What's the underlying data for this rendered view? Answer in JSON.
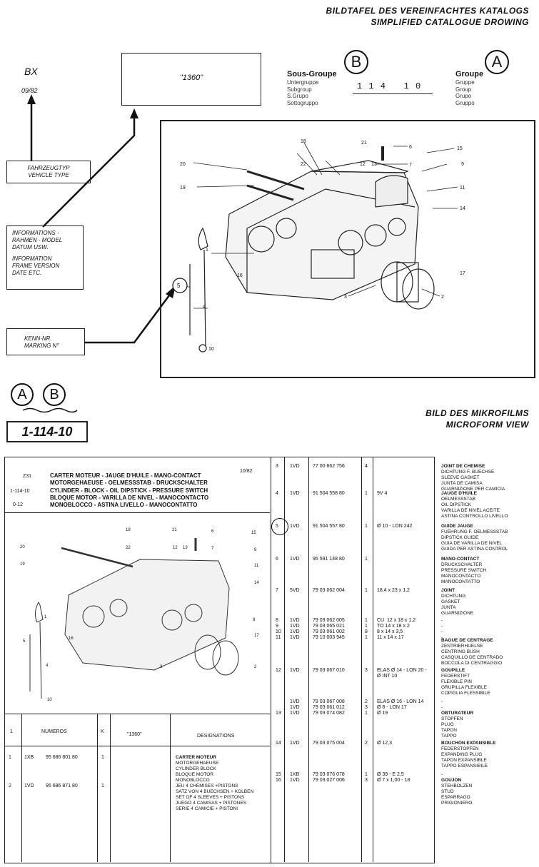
{
  "header": {
    "line1": "BILDTAFEL DES VEREINFACHTES KATALOGS",
    "line2": "SIMPLIFIED CATALOGUE DROWING"
  },
  "vehicle": {
    "model": "BX",
    "date": "09/82",
    "box_label_1": "FAHRZEUGTYP",
    "box_label_2": "VEHICLE TYPE"
  },
  "frame_box": {
    "value": "\"1360\""
  },
  "info_box": {
    "de1": "INFORMATIONS -",
    "de2": "RAHMEN - MODEL",
    "de3": "DATUM USW.",
    "en1": "INFORMATION",
    "en2": "FRAME VERSION",
    "en3": "DATE ETC."
  },
  "marking_box": {
    "line1": "KENN-NR.",
    "line2": "MARKING N°"
  },
  "subgroup": {
    "letter": "B",
    "title": "Sous-Groupe",
    "lines": [
      "Untergruppe",
      "Subgroup",
      "S.Grupo",
      "Sottogruppo"
    ],
    "value": "1 1 4   1 0"
  },
  "group": {
    "letter": "A",
    "title": "Groupe",
    "lines": [
      "Gruppe",
      "Group",
      "Grupo",
      "Gruppo"
    ]
  },
  "diagram": {
    "callouts": [
      "1",
      "2",
      "3",
      "4",
      "5",
      "6",
      "7",
      "9",
      "10",
      "11",
      "12",
      "13",
      "14",
      "15",
      "16",
      "17",
      "18",
      "19",
      "20",
      "21",
      "22"
    ],
    "marker": "5"
  },
  "lower": {
    "letterA": "A",
    "letterB": "B",
    "code": "1-114-10",
    "micro1": "BILD DES MIKROFILMS",
    "micro2": "MICROFORM VIEW"
  },
  "micro_header": {
    "num": "Z31",
    "l1": "CARTER MOTEUR - JAUGE D'HUILE - MANO-CONTACT",
    "l2": "MOTORGEHAEUSE - OELMESSSTAB - DRUCKSCHALTER",
    "l3": "CYLINDER - BLOCK - OIL DIPSTICK - PRESSURE SWITCH",
    "l4": "BLOQUE MOTOR - VARILLA DE NIVEL - MANOCONTACTO",
    "l5": "MONOBLOCCO - ASTINA LIVELLO - MANOCONTATTO",
    "code1": "1-114-10",
    "code2": "0-12",
    "date": "10/82"
  },
  "table_head": {
    "col1": "1",
    "col2": "NUMEROS",
    "col3": "K",
    "col4": "\"1360\"",
    "col5": "DESIGNATIONS"
  },
  "left_rows": [
    {
      "rep": "1",
      "code": "1XB",
      "num": "95 686 801 80",
      "k": "1",
      "desc": "CARTER MOTEUR\nMOTORGEHAEUSE\nCYLINDER BLOCK\nBLOQUE MOTOR\nMONOBLOCCO"
    },
    {
      "rep": "2",
      "code": "1VD",
      "num": "95 686 871 80",
      "k": "1",
      "desc": "JEU 4 CHEMISES +PISTONS\nSATZ VON 4 BUECHSEN + KOLBEN\nSET OF 4 SLEEVES + PISTONS\nJUEGO 4 CAMISAS + PISTONES\nSERIE 4 CAMICIE + PISTONI"
    }
  ],
  "right_rows": [
    {
      "rep": "3",
      "code": "1VD",
      "num": "77 00 662 756",
      "k": "4",
      "spec": "",
      "desc": "JOINT DE CHEMISE\nDICHTUNG F. BUECHSE\nSLEEVE GASKET\nJUNTA DE CAMISA\nGUARNIZIONE PER CAMICIA"
    },
    {
      "rep": "4",
      "code": "1VD",
      "num": "91 504 558 80",
      "k": "1",
      "spec": "9V 4",
      "desc": "JAUGE D'HUILE\nOELMESSSTAB\nOIL DIPSTICK\nVARILLA DE NIVEL ACEITE\nASTINA CONTROLLO LIVELLO"
    },
    {
      "rep": "5",
      "code": "1VD",
      "num": "91 504 557 80",
      "k": "1",
      "spec": "Ø 10 - LON 242",
      "desc": "GUIDE JAUGE\nFUEHRUNG F. OELMESSSTAB\nDIPSTICK GUIDE\nGUIA DE VARILLA DE NIVEL\nGUIDA PER ASTINA CONTROL"
    },
    {
      "rep": "6",
      "code": "1VD",
      "num": "95 591 148 80",
      "k": "1",
      "spec": "",
      "desc": "MANO-CONTACT\nDRUCKSCHALTER\nPRESSURE SWITCH\nMANOCONTACTO\nMANOCONTATTO"
    },
    {
      "rep": "7",
      "code": "5VD",
      "num": "79 03 062 004",
      "k": "1",
      "spec": "18,4 x 23 x 1,2",
      "desc": "JOINT\nDICHTUNG\nGASKET\nJUNTA\nGUARNIZIONE"
    },
    {
      "rep": "8\n9\n10\n11",
      "code": "1VD\n1VD\n1VD\n1VD",
      "num": "79 03 062 005\n79 03 065 021\n79 03 061 002\n79 10 003 945",
      "k": "1\n1\n8\n1",
      "spec": "CU  12 x 18 x 1,2\nTO 14 x 18 x 2\n8 x 14 x 3,5\n11 x 14 x 17",
      "desc": "-\n-\n-\n-"
    },
    {
      "rep": "",
      "code": "",
      "num": "",
      "k": "",
      "spec": "",
      "desc": "BAGUE DE CENTRAGE\nZENTRIERHUELSE\nCENTRING BUSH\nCASQUILLO DE CENTRADO\nBOCCOLA DI CENTRAGGIO"
    },
    {
      "rep": "12",
      "code": "1VD",
      "num": "79 03 067 010",
      "k": "3",
      "spec": "ELAS Ø 14 - LON 20 -\nØ INT 10",
      "desc": "GOUPILLE\nFEDERSTIFT\nFLEXIBLE PIN\nGRUPILLA FLEXIBLE\nCOPIGLIA FLESSIBILE"
    },
    {
      "rep": "\n\n13",
      "code": "1VD\n1VD\n1VD",
      "num": "79 03 067 008\n79 03 061 012\n79 03 074 082",
      "k": "2\n3\n1",
      "spec": "ELAS Ø 16 - LON 14\nØ 8 - LON 17\nØ 19",
      "desc": "-\n-\nOBTURATEUR\nSTOPFEN\nPLUG\nTAPON\nTAPPO"
    },
    {
      "rep": "14",
      "code": "1VD",
      "num": "79 03 075 004",
      "k": "2",
      "spec": "Ø 12,3",
      "desc": "BOUCHON EXPANSIBLE\nFEDERSTOPFEN\nEXPANDING PLUG\nTAPON EXPANSIBLE\nTAPPO ESPANSIBILE"
    },
    {
      "rep": "15\n16",
      "code": "1XB\n1VD",
      "num": "79 03 076 078\n79 03 027 006",
      "k": "1\n3",
      "spec": "Ø 39 - E 2,5\nØ 7 x 1,00 - 18",
      "desc": "-\nGOUJON\nSTEHBOLZEN\nSTUD\nESPARRAGO\nPRIGIONIERO"
    }
  ]
}
